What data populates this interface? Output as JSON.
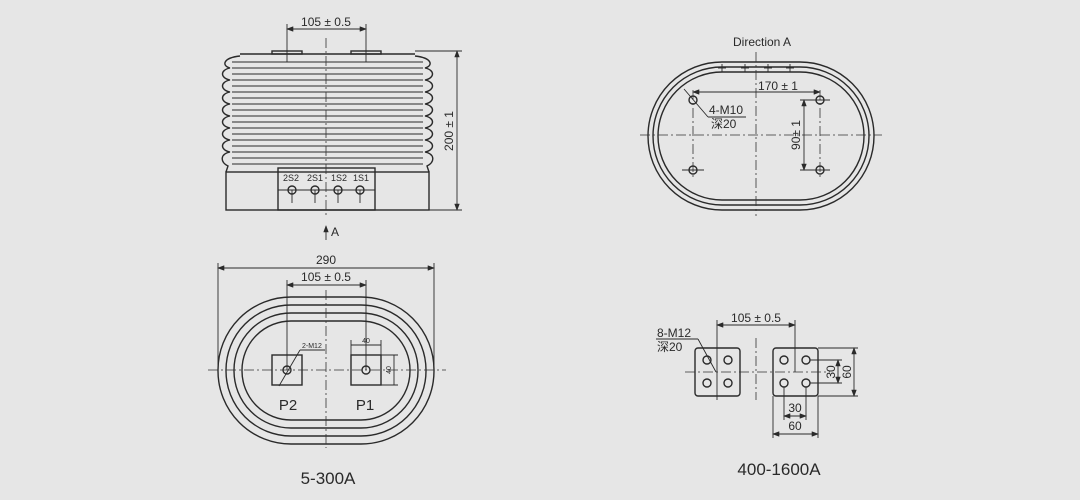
{
  "background_color": "#e6e6e6",
  "line_color": "#2a2a2a",
  "front_view": {
    "dim_top": "105 ± 0.5",
    "dim_height": "200 ± 1",
    "terminals": [
      "2S2",
      "2S1",
      "1S2",
      "1S1"
    ],
    "view_arrow": "A"
  },
  "top_view_small": {
    "dim_width": "290",
    "dim_pitch": "105 ± 0.5",
    "bolt_label": "2-M12",
    "pad_w": "40",
    "pad_h": "40",
    "left_pad": "P2",
    "right_pad": "P1",
    "caption": "5-300A"
  },
  "direction_view": {
    "title": "Direction A",
    "dim_width": "170 ± 1",
    "dim_height": "90± 1",
    "thread_label": "4-M10",
    "depth_label": "深20"
  },
  "top_view_large": {
    "dim_pitch": "105 ± 0.5",
    "thread_label": "8-M12",
    "depth_label": "深20",
    "dim_hole_h": "30",
    "dim_pad_h": "60",
    "dim_hole_w": "30",
    "dim_pad_w": "60",
    "caption": "400-1600A"
  }
}
